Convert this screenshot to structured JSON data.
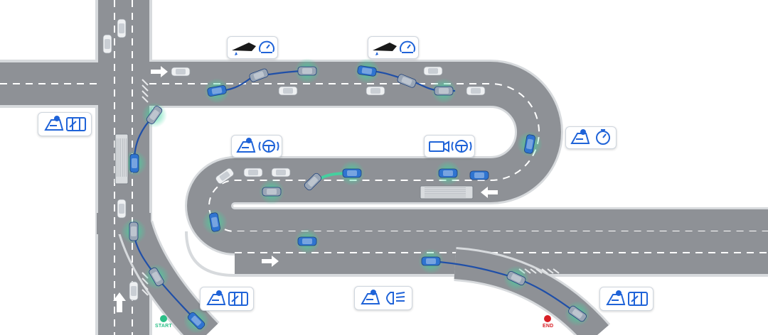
{
  "markers": {
    "start": {
      "label": "START",
      "color": "#2bbf87"
    },
    "end": {
      "label": "END",
      "color": "#d81f26"
    }
  },
  "colors": {
    "road": "#8e9196",
    "road_edge": "#d7dadd",
    "lane_mark": "#ffffff",
    "ego_car": "#2f74d0",
    "ghost_car": "#9aa6b6",
    "other_car": "#eef0f2",
    "trajectory": "#1f4fa8",
    "glow": "#3ed6a0",
    "icon_blue": "#1f63d8"
  },
  "badges": [
    {
      "name": "badge-wiper-speed-top-left",
      "icons": [
        "wiper-stalk-icon",
        "speedometer-icon"
      ]
    },
    {
      "name": "badge-wiper-speed-top-right",
      "icons": [
        "wiper-stalk-icon",
        "speedometer-icon"
      ]
    },
    {
      "name": "badge-road-lanechange-left",
      "icons": [
        "road-sign-icon",
        "lane-change-icon"
      ]
    },
    {
      "name": "badge-road-steering-mid",
      "icons": [
        "road-sign-icon",
        "steering-wheel-icon"
      ]
    },
    {
      "name": "badge-camera-steering",
      "icons": [
        "camera-icon",
        "steering-wheel-icon"
      ]
    },
    {
      "name": "badge-road-speed-right",
      "icons": [
        "road-sign-icon",
        "speedometer-icon"
      ]
    },
    {
      "name": "badge-road-lanechange-bottom-left",
      "icons": [
        "road-sign-icon",
        "lane-change-icon"
      ]
    },
    {
      "name": "badge-road-headlight",
      "icons": [
        "road-sign-icon",
        "headlight-icon"
      ]
    },
    {
      "name": "badge-road-lanechange-bottom-right",
      "icons": [
        "road-sign-icon",
        "lane-change-icon"
      ]
    }
  ]
}
